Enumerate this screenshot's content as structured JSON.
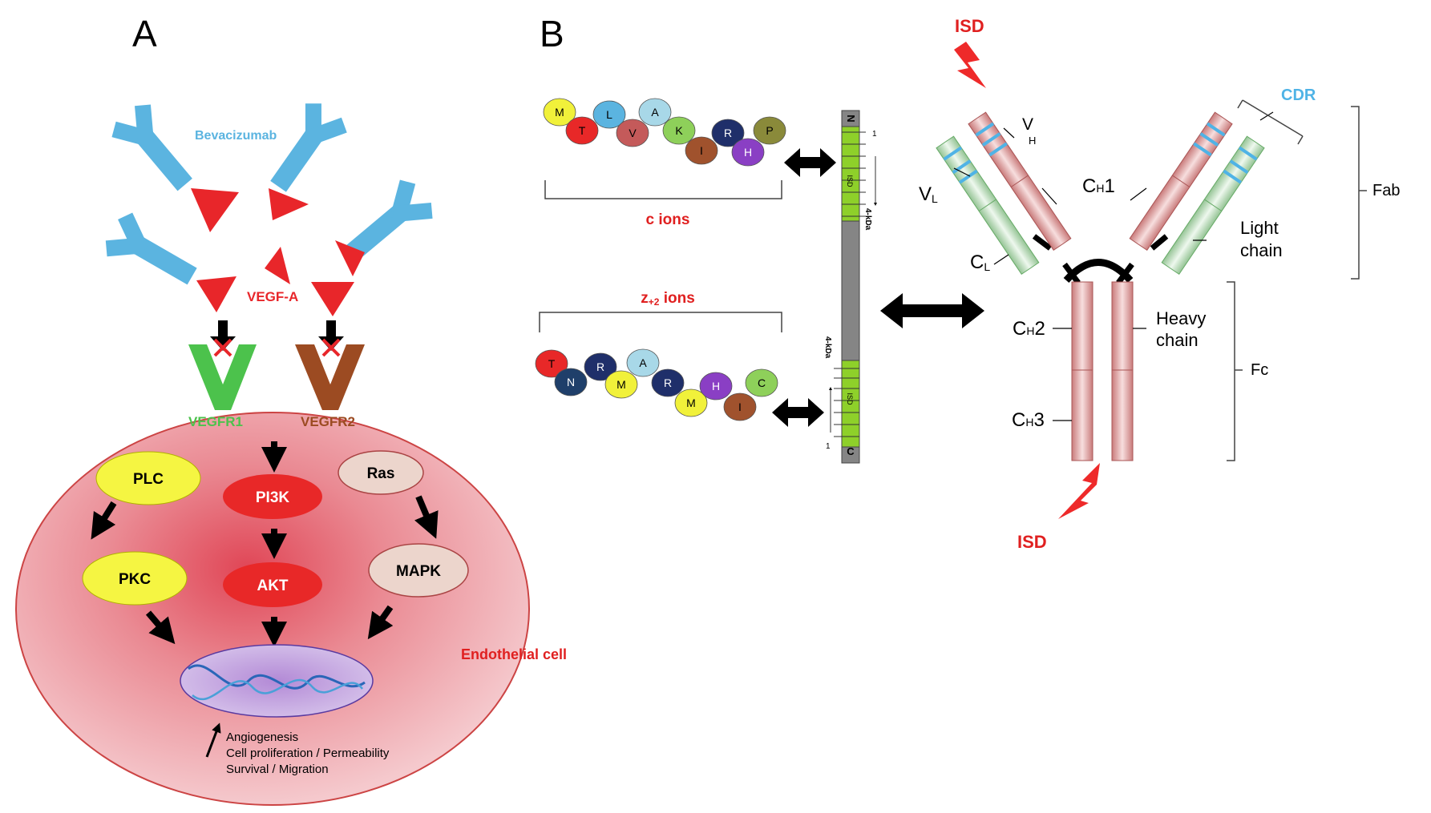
{
  "panelA": {
    "label": "A",
    "drug": "Bevacizumab",
    "ligand": "VEGF-A",
    "receptor1": "VEGFR1",
    "receptor2": "VEGFR2",
    "cell": "Endothelial cell",
    "nodes": {
      "plc": "PLC",
      "pkc": "PKC",
      "pi3k": "PI3K",
      "akt": "AKT",
      "ras": "Ras",
      "mapk": "MAPK"
    },
    "outcomes": [
      "Angiogenesis",
      "Cell proliferation / Permeability",
      "Survival / Migration"
    ],
    "colors": {
      "antibody": "#5bb4e0",
      "vegf": "#e8262a",
      "vegfr1": "#4cc24c",
      "vegfr2": "#9c4b22",
      "yellow": "#f5f542",
      "red": "#e82828",
      "tan": "#ecd5cc"
    }
  },
  "panelB": {
    "label": "B",
    "c_ions": {
      "label": "c ions",
      "residues": [
        "M",
        "T",
        "L",
        "V",
        "A",
        "K",
        "I",
        "R",
        "H",
        "P"
      ]
    },
    "z_ions": {
      "label": "z",
      "sub": "+2",
      "suffix": " ions",
      "residues": [
        "T",
        "N",
        "R",
        "M",
        "A",
        "R",
        "M",
        "H",
        "I",
        "C"
      ]
    },
    "strip": {
      "n_term": "N",
      "c_term": "C",
      "isd": "ISD",
      "kda": "4-kDa",
      "one": "1"
    },
    "antibody": {
      "isd": "ISD",
      "cdr": "CDR",
      "fab": "Fab",
      "fc": "Fc",
      "vh": {
        "main": "V",
        "sub": "H"
      },
      "vl": {
        "main": "V",
        "sub": "L"
      },
      "cl": {
        "main": "C",
        "sub": "L"
      },
      "ch1": {
        "main": "C",
        "sub": "H",
        "suffix": "1"
      },
      "ch2": {
        "main": "C",
        "sub": "H",
        "suffix": "2"
      },
      "ch3": {
        "main": "C",
        "sub": "H",
        "suffix": "3"
      },
      "light_chain": [
        "Light",
        "chain"
      ],
      "heavy_chain": [
        "Heavy",
        "chain"
      ]
    }
  }
}
